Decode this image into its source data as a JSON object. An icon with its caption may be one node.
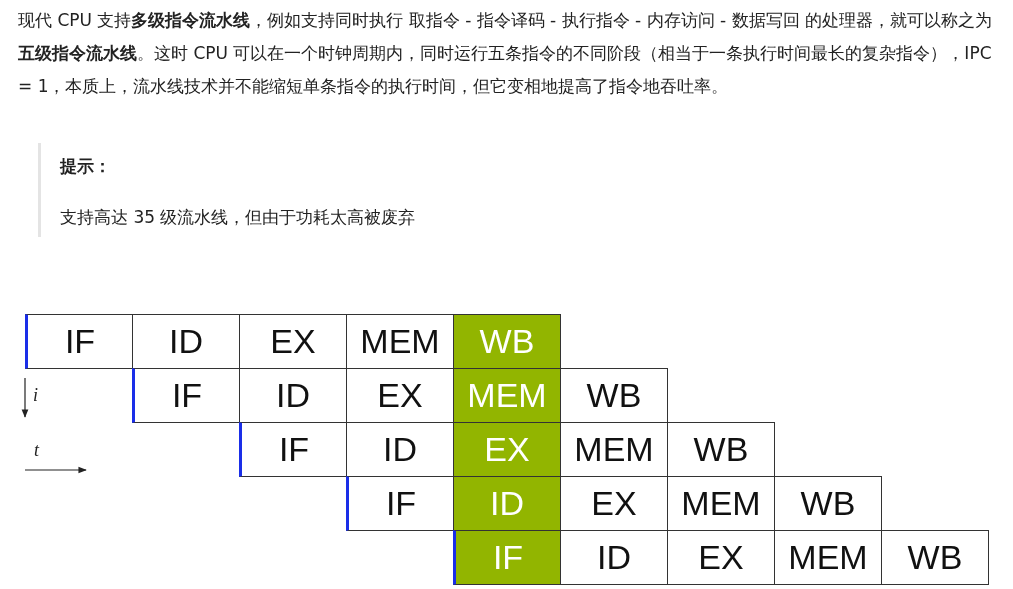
{
  "diagram": {
    "nodes": [
      {
        "text": [
          "IF"
        ]
      },
      {
        "text": [
          "ID"
        ]
      },
      {
        "text": [
          "EX"
        ]
      },
      {
        "text": [
          "MEM"
        ]
      },
      {
        "text": [
          "WB"
        ]
      },
      {
        "text": [
          "IF"
        ]
      },
      {
        "text": [
          "ID"
        ]
      },
      {
        "text": [
          "EX"
        ]
      },
      {
        "text": [
          "MEM"
        ]
      },
      {
        "text": [
          "WB"
        ]
      },
      {
        "text": [
          "IF"
        ]
      },
      {
        "text": [
          "ID"
        ]
      },
      {
        "text": [
          "EX"
        ]
      },
      {
        "text": [
          "MEM"
        ]
      },
      {
        "text": [
          "WB"
        ]
      },
      {
        "text": [
          "IF"
        ]
      },
      {
        "text": [
          "ID"
        ]
      },
      {
        "text": [
          "EX"
        ]
      },
      {
        "text": [
          "MEM"
        ]
      },
      {
        "text": [
          "WB"
        ]
      },
      {
        "text": [
          "IF"
        ]
      },
      {
        "text": [
          "ID"
        ]
      },
      {
        "text": [
          "EX"
        ]
      },
      {
        "text": [
          "MEM"
        ]
      },
      {
        "text": [
          "WB"
        ]
      }
    ],
    "labels": [
      "现代 CPU 支持**多级指令流水线**，例如支持同时执行 取指令 - 指令译码 - 执行指令 - 内存访问 - 数据写回 的处理器，就可以称之为**五级指令流水线**。这时 CPU 可以在一个时钟周期内，同时运行五条指令的不同阶段（相当于一条执行时间最长的复杂指令），IPC = 1，本质上，流水线技术并不能缩短单条指令的执行时间，但它变相地提高了指令地吞吐率。",
      "提示：",
      "支持高达 35 级流水线，但由于功耗太高被废弃",
      "i",
      "t"
    ]
  }
}
